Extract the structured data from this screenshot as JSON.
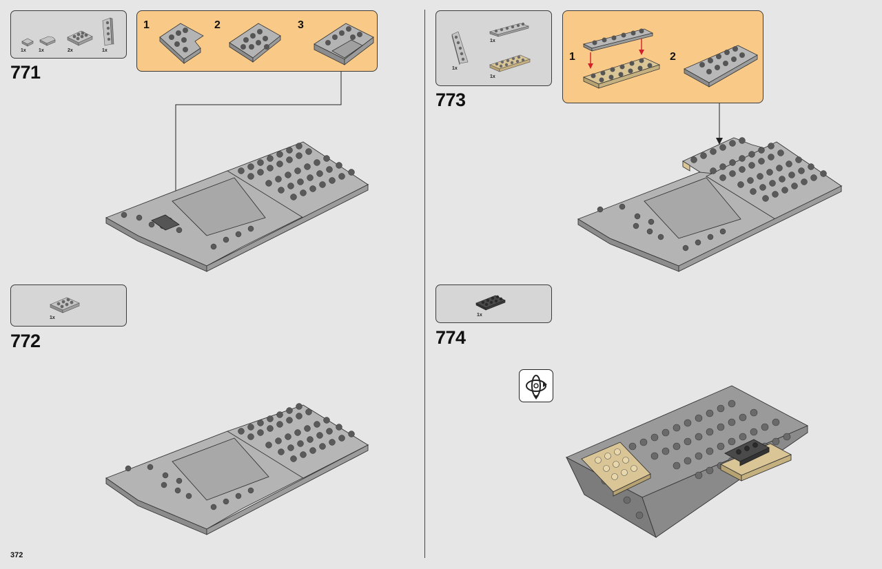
{
  "page": {
    "number": "372"
  },
  "steps": [
    {
      "id": "771",
      "label": "771",
      "parts": [
        {
          "qty": "1x",
          "icon": "plate-1x1-icon"
        },
        {
          "qty": "1x",
          "icon": "round-corner-icon"
        },
        {
          "qty": "2x",
          "icon": "plate-2x3-icon"
        },
        {
          "qty": "1x",
          "icon": "wedge-plate-icon"
        }
      ],
      "substeps": [
        "1",
        "2",
        "3"
      ]
    },
    {
      "id": "772",
      "label": "772",
      "parts": [
        {
          "qty": "1x",
          "icon": "plate-2x3-icon"
        }
      ]
    },
    {
      "id": "773",
      "label": "773",
      "parts": [
        {
          "qty": "1x",
          "icon": "wedge-plate-icon"
        },
        {
          "qty": "1x",
          "icon": "plate-1x6-icon"
        },
        {
          "qty": "1x",
          "icon": "tan-plate-2x6-icon"
        }
      ],
      "substeps": [
        "1",
        "2"
      ]
    },
    {
      "id": "774",
      "label": "774",
      "parts": [
        {
          "qty": "1x",
          "icon": "dark-plate-2x4-icon"
        }
      ],
      "rotate_icon": "rotate-model-icon"
    }
  ],
  "colors": {
    "callout": "#f8c987",
    "parts_box": "#d6d6d6",
    "brick": "#a8a8a8",
    "stud": "#5b5b5b",
    "tan": "#d9c596",
    "dark": "#4a4a4a",
    "arrow": "#d0202a"
  }
}
